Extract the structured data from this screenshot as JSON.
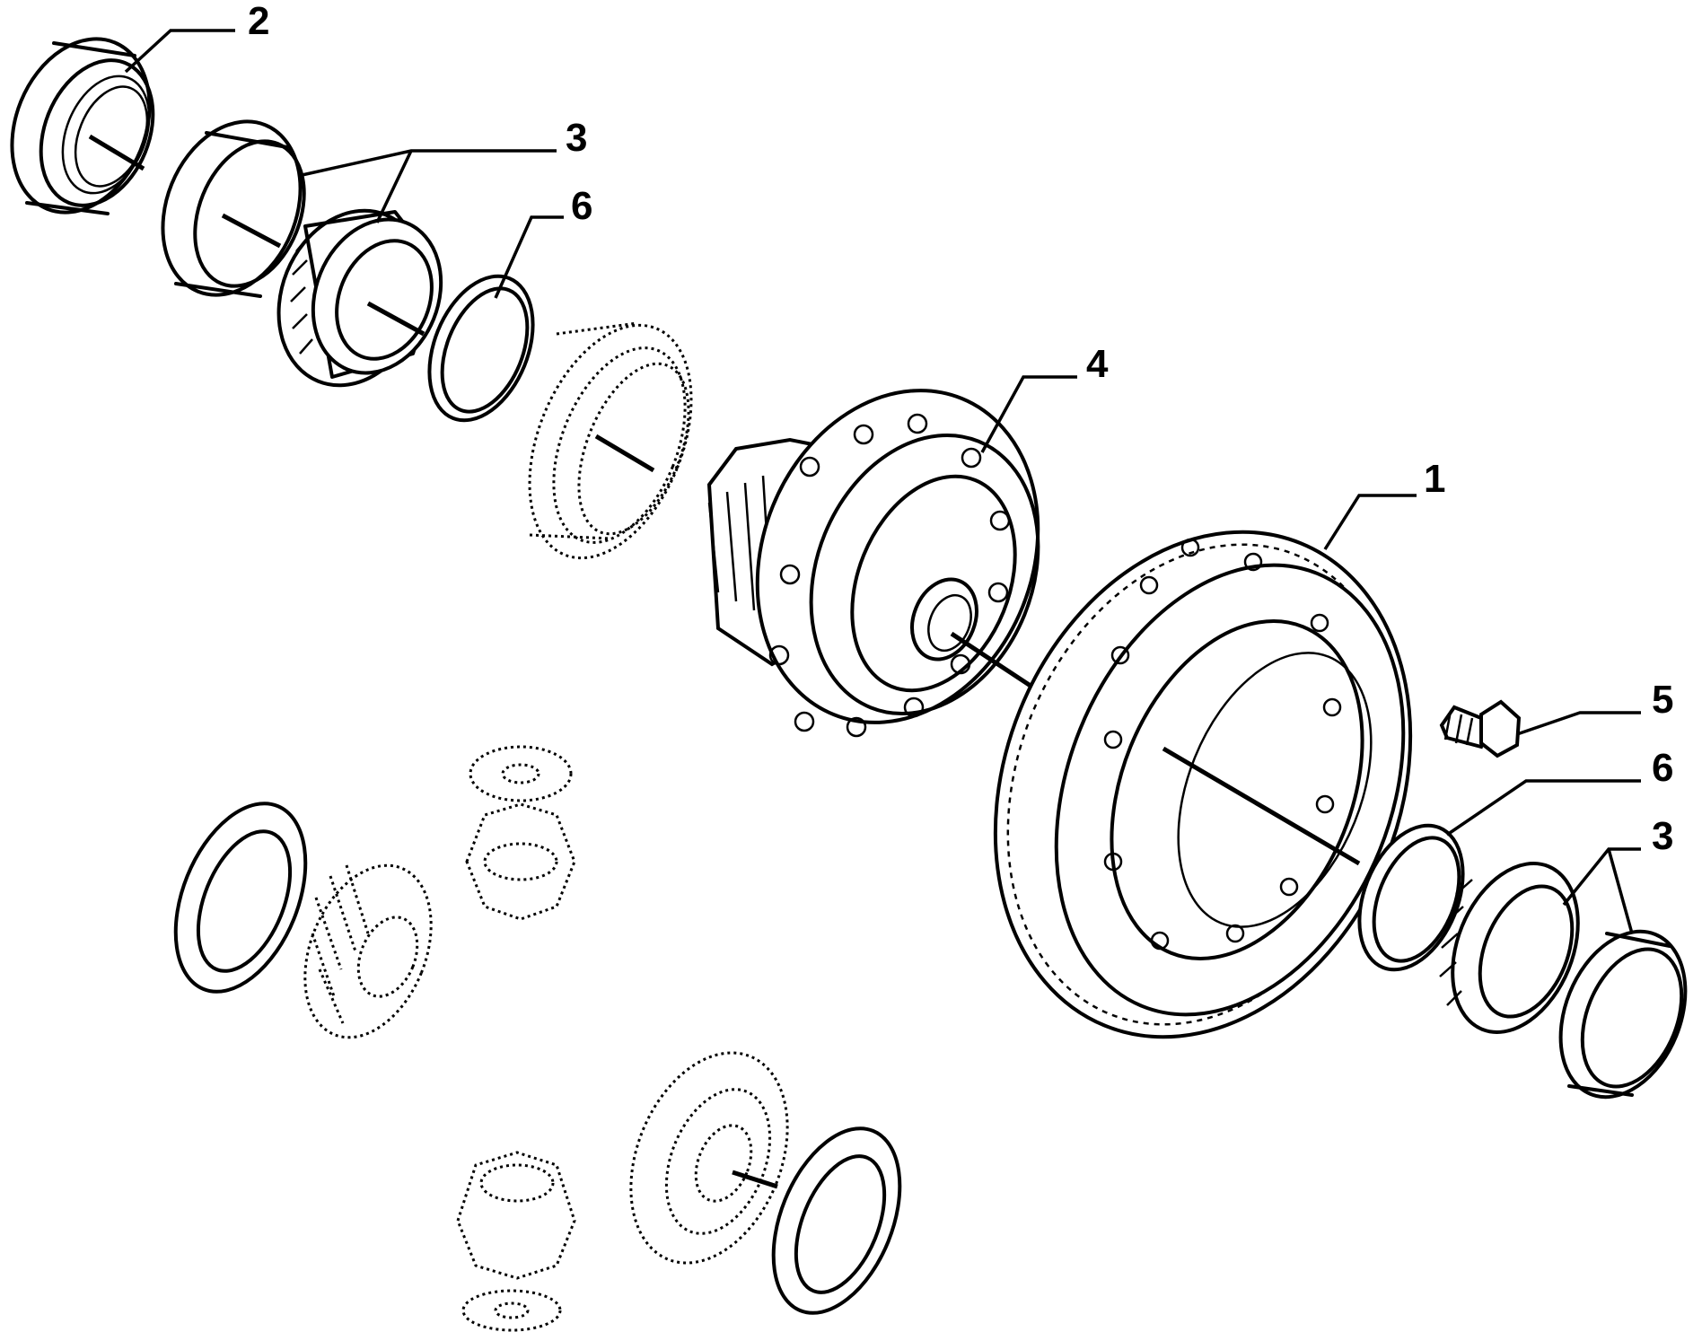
{
  "callouts": {
    "c1": "1",
    "c2": "2",
    "c3_top": "3",
    "c3_bottom": "3",
    "c4": "4",
    "c5": "5",
    "c6_top": "6",
    "c6_bottom": "6"
  }
}
